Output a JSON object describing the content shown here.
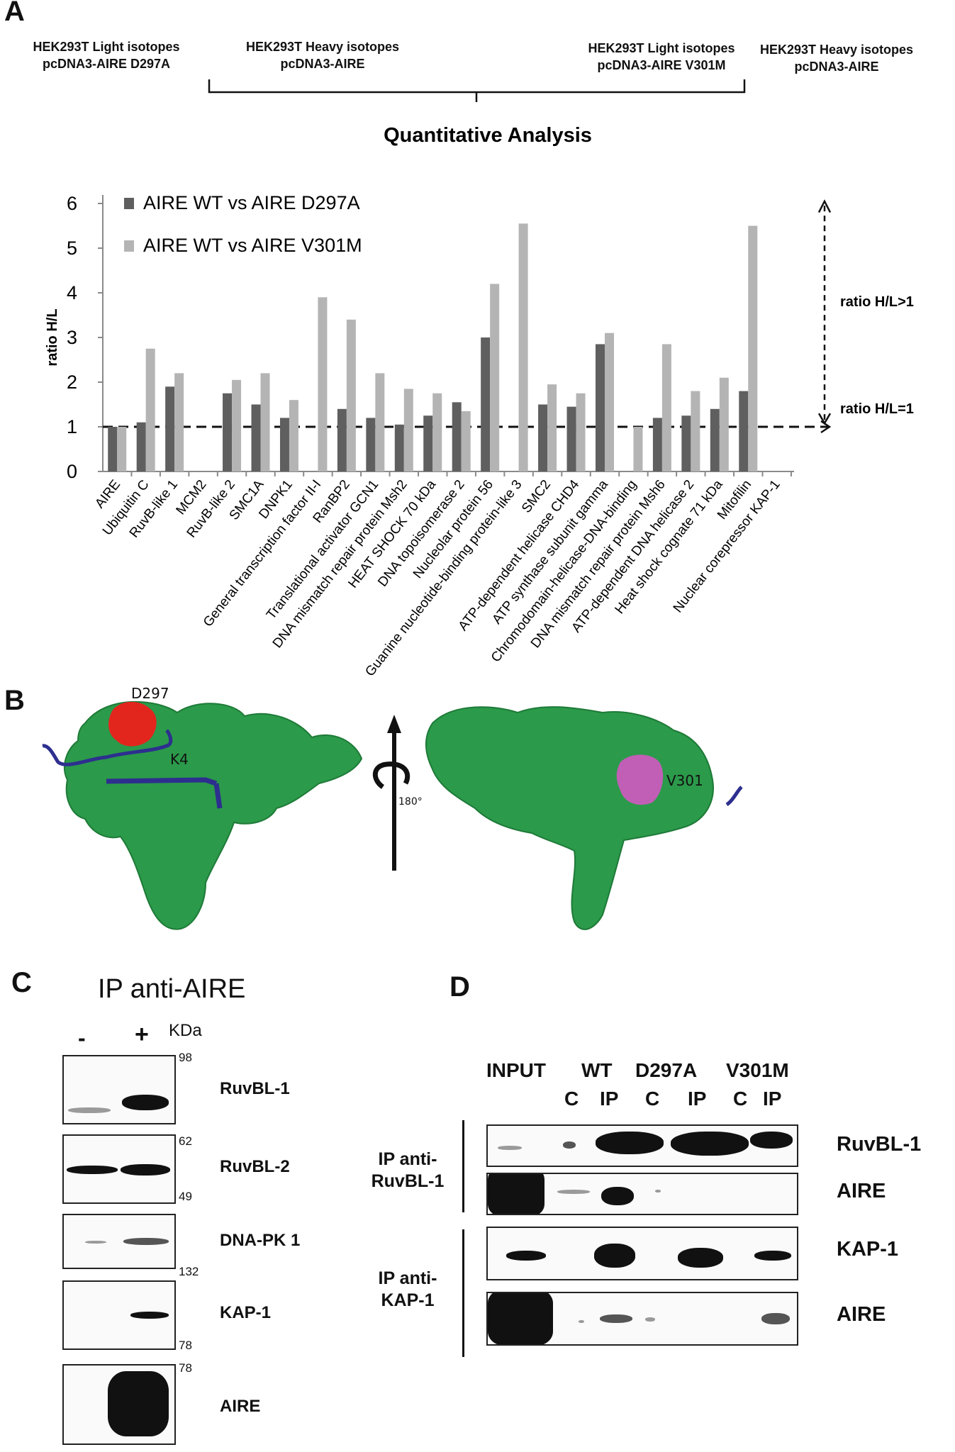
{
  "panels": {
    "a": "A",
    "b": "B",
    "c": "C",
    "d": "D"
  },
  "headers": [
    {
      "line1": "HEK293T Light isotopes",
      "line2": "pcDNA3-AIRE D297A"
    },
    {
      "line1": "HEK293T Heavy  isotopes",
      "line2": "pcDNA3-AIRE"
    },
    {
      "line1": "HEK293T Light isotopes",
      "line2": "pcDNA3-AIRE V301M"
    },
    {
      "line1": "HEK293T Heavy  isotopes",
      "line2": "pcDNA3-AIRE"
    }
  ],
  "annotations": {
    "gt1": "ratio H/L>1",
    "eq1": "ratio H/L=1"
  },
  "colors": {
    "series1": "#5f5f5f",
    "series2": "#b4b4b4",
    "protein": "#2b9a4a",
    "d297": "#e2261e",
    "v301": "#c15fb6",
    "peptide": "#2d2f8f"
  },
  "chart_data": {
    "type": "bar",
    "title": "Quantitative Analysis",
    "ylabel": "ratio H/L",
    "xlabel": "",
    "ylim": [
      0,
      6
    ],
    "yticks": [
      "0",
      "1",
      "2",
      "3",
      "4",
      "5",
      "6"
    ],
    "reference_line": 1,
    "legend_position": "top-left",
    "categories": [
      "AIRE",
      "Ubiquitin C",
      "RuvB-like 1",
      "MCM2",
      "RuvB-like 2",
      "SMC1A",
      "DNPK1",
      "General transcription factor II-I",
      "RanBP2",
      "Translational activator GCN1",
      "DNA mismatch repair protein Msh2",
      "HEAT SHOCK 70 kDa",
      "DNA topoisomerase 2",
      "Nucleolar protein 56",
      "Guanine nucleotide-binding protein-like 3",
      "SMC2",
      "ATP-dependent helicase CHD4",
      "ATP synthase subunit gamma",
      "Chromodomain-helicase-DNA-binding",
      "DNA mismatch repair protein Msh6",
      "ATP-dependent DNA helicase 2",
      "Heat shock cognate 71 kDa",
      "Mitofilin",
      "Nuclear corepressor KAP-1"
    ],
    "series": [
      {
        "name": "AIRE WT vs AIRE D297A",
        "values": [
          1.0,
          1.1,
          1.9,
          null,
          1.75,
          1.5,
          1.2,
          null,
          1.4,
          1.2,
          1.05,
          1.25,
          1.55,
          3.0,
          null,
          1.5,
          1.45,
          2.85,
          null,
          1.2,
          1.25,
          1.4,
          1.8,
          null
        ]
      },
      {
        "name": "AIRE WT vs AIRE V301M",
        "values": [
          1.0,
          2.75,
          2.2,
          null,
          2.05,
          2.2,
          1.6,
          3.9,
          3.4,
          2.2,
          1.85,
          1.75,
          1.35,
          4.2,
          5.55,
          1.95,
          1.75,
          3.1,
          1.0,
          2.85,
          1.8,
          2.1,
          5.5,
          null
        ]
      }
    ]
  },
  "panel_b": {
    "label_d297": "D297",
    "label_k4": "K4",
    "label_v301": "V301",
    "rotation": "180°"
  },
  "panel_c": {
    "title": "IP anti-AIRE",
    "minus": "-",
    "plus": "+",
    "kda": "KDa",
    "rows": [
      {
        "label": "RuvBL-1",
        "mw_top": "98",
        "mw_bottom": ""
      },
      {
        "label": "RuvBL-2",
        "mw_top": "62",
        "mw_bottom": "49"
      },
      {
        "label": "DNA-PK 1",
        "mw_top": "",
        "mw_bottom": "132"
      },
      {
        "label": "KAP-1",
        "mw_top": "",
        "mw_bottom": "78"
      },
      {
        "label": "AIRE",
        "mw_top": "78",
        "mw_bottom": ""
      }
    ]
  },
  "panel_d": {
    "groups": [
      "INPUT",
      "WT",
      "D297A",
      "V301M"
    ],
    "lanes": [
      "C",
      "IP",
      "C",
      "IP",
      "C",
      "IP"
    ],
    "ip1": {
      "line1": "IP anti-",
      "line2": "RuvBL-1"
    },
    "ip2": {
      "line1": "IP anti-",
      "line2": "KAP-1"
    },
    "rows": [
      "RuvBL-1",
      "AIRE",
      "KAP-1",
      "AIRE"
    ]
  }
}
